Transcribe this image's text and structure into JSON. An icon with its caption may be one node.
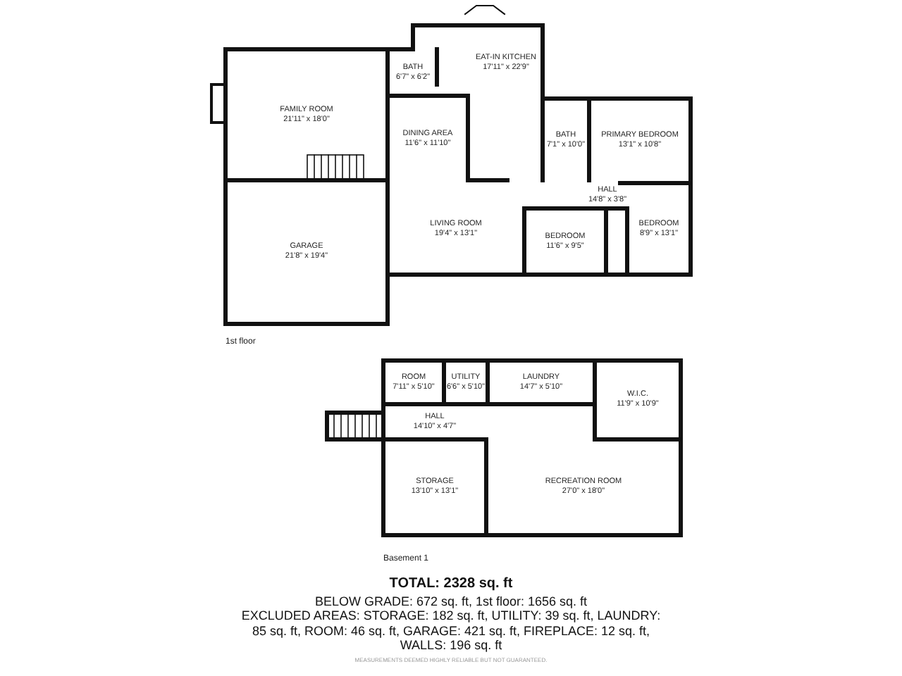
{
  "diagram": {
    "nodes": [
      {
        "text": [
          "FAMILY ROOM",
          "21'11\" x 18'0\""
        ]
      },
      {
        "text": [
          "BATH",
          "6'7\" x 6'2\""
        ]
      },
      {
        "text": [
          "EAT-IN KITCHEN",
          "17'11\" x 22'9\""
        ]
      },
      {
        "text": [
          "DINING AREA",
          "11'6\" x 11'10\""
        ]
      },
      {
        "text": [
          "BATH",
          "7'1\" x 10'0\""
        ]
      },
      {
        "text": [
          "PRIMARY BEDROOM",
          "13'1\" x 10'8\""
        ]
      },
      {
        "text": [
          "HALL",
          "14'8\" x 3'8\""
        ]
      },
      {
        "text": [
          "LIVING ROOM",
          "19'4\" x 13'1\""
        ]
      },
      {
        "text": [
          "BEDROOM",
          "11'6\" x 9'5\""
        ]
      },
      {
        "text": [
          "BEDROOM",
          "8'9\" x 13'1\""
        ]
      },
      {
        "text": [
          "GARAGE",
          "21'8\" x 19'4\""
        ]
      },
      {
        "text": [
          "ROOM",
          "7'11\" x 5'10\""
        ]
      },
      {
        "text": [
          "UTILITY",
          "6'6\" x 5'10\""
        ]
      },
      {
        "text": [
          "LAUNDRY",
          "14'7\" x 5'10\""
        ]
      },
      {
        "text": [
          "W.I.C.",
          "11'9\" x 10'9\""
        ]
      },
      {
        "text": [
          "HALL",
          "14'10\" x 4'7\""
        ]
      },
      {
        "text": [
          "STORAGE",
          "13'10\" x 13'1\""
        ]
      },
      {
        "text": [
          "RECREATION ROOM",
          "27'0\" x 18'0\""
        ]
      }
    ],
    "labels": [
      "1st floor",
      "Basement 1",
      "TOTAL: 2328 sq. ft",
      "BELOW GRADE: 672 sq. ft, 1st floor: 1656 sq. ft",
      "EXCLUDED AREAS: STORAGE: 182 sq. ft, UTILITY: 39 sq. ft, LAUNDRY: 85 sq. ft, ROOM: 46 sq. ft, GARAGE: 421 sq. ft, FIREPLACE: 12 sq. ft, WALLS: 196 sq. ft",
      "MEASUREMENTS DEEMED HIGHLY RELIABLE BUT NOT GUARANTEED."
    ]
  }
}
